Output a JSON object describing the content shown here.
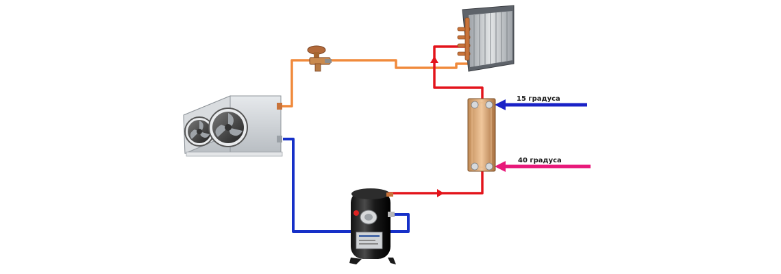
{
  "labels": {
    "cold_water_in": "15 градуса",
    "hot_water_out": "40 градуса"
  },
  "colors": {
    "background": "#ffffff",
    "hot_gas_line": "#e3141b",
    "suction_line": "#1630c8",
    "liquid_line": "#f08a3c",
    "cold_water": "#1a22c7",
    "hot_water": "#e8197a",
    "copper": "#c8733a",
    "steel": "#c9cdd1"
  },
  "components": {
    "evaporator": "evaporator-unit",
    "expansion_valve": "expansion-valve",
    "air_coil": "air-coil-heat-exchanger",
    "plate_exchanger": "plate-heat-exchanger",
    "compressor": "scroll-compressor"
  }
}
